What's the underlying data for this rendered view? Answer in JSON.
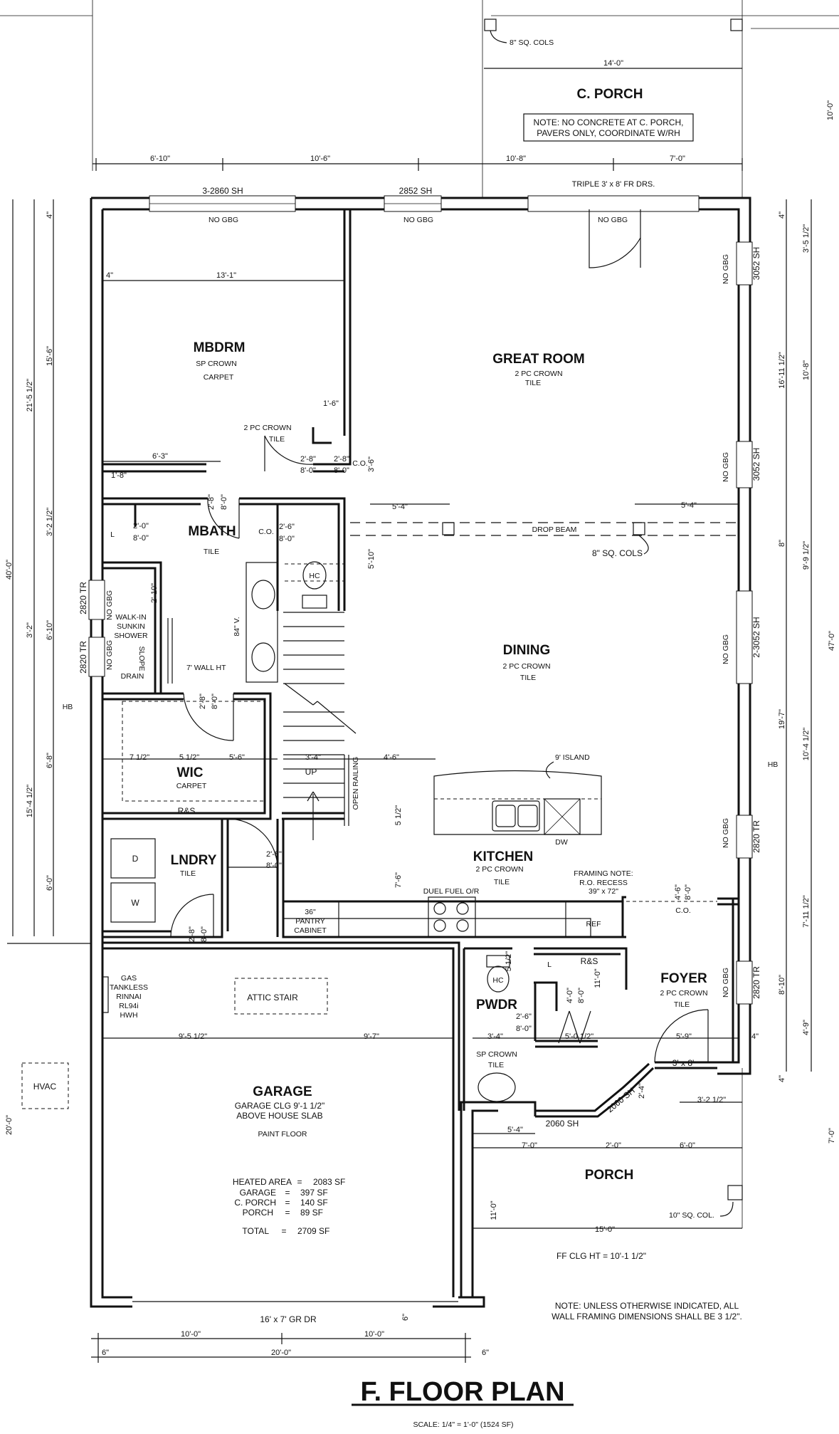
{
  "title": "F. FLOOR PLAN",
  "scale": "SCALE: 1/4\" = 1'-0\"   (1524 SF)",
  "rooms": {
    "c_porch": "C. PORCH",
    "c_porch_note_1": "NOTE: NO CONCRETE AT C. PORCH,",
    "c_porch_note_2": "PAVERS ONLY, COORDINATE W/RH",
    "mbdrm": "MBDRM",
    "mbdrm_1": "SP CROWN",
    "mbdrm_2": "CARPET",
    "great": "GREAT  ROOM",
    "great_1": "2 PC CROWN",
    "great_2": "TILE",
    "mbath": "MBATH",
    "mbath_1": "TILE",
    "dining": "DINING",
    "dining_1": "2 PC CROWN",
    "dining_2": "TILE",
    "wic": "WIC",
    "wic_1": "CARPET",
    "lndry": "LNDRY",
    "lndry_1": "TILE",
    "kitchen": "KITCHEN",
    "kitchen_1": "2 PC CROWN",
    "kitchen_2": "TILE",
    "foyer": "FOYER",
    "foyer_1": "2 PC CROWN",
    "foyer_2": "TILE",
    "pwdr": "PWDR",
    "pwdr_1": "SP CROWN",
    "pwdr_2": "TILE",
    "garage": "GARAGE",
    "garage_1": "GARAGE CLG 9'-1 1/2\"",
    "garage_2": "ABOVE HOUSE SLAB",
    "garage_3": "PAINT FLOOR",
    "porch": "PORCH",
    "hvac": "HVAC"
  },
  "areas": [
    {
      "label": "HEATED AREA",
      "eq": "=",
      "value": "2083 SF"
    },
    {
      "label": "GARAGE",
      "eq": "=",
      "value": "397 SF"
    },
    {
      "label": "C. PORCH",
      "eq": "=",
      "value": "140 SF"
    },
    {
      "label": "PORCH",
      "eq": "=",
      "value": "89 SF"
    },
    {
      "label": "TOTAL",
      "eq": "=",
      "value": "2709 SF"
    }
  ],
  "notes": {
    "sq_cols_top": "8\" SQ. COLS",
    "sq_cols_mid": "8\" SQ. COLS",
    "sq_col_porch": "10\" SQ. COL.",
    "triple_doors": "TRIPLE 3' x 8' FR DRS.",
    "drop_beam": "DROP BEAM",
    "island": "9' ISLAND",
    "dw": "DW",
    "duel_fuel": "DUEL FUEL O/R",
    "framing_1": "FRAMING NOTE:",
    "framing_2": "R.O. RECESS",
    "framing_3": "39\" x 72\"",
    "ref": "REF",
    "rs1": "R&S",
    "rs2": "R&S",
    "co1": "C.O.",
    "co2": "C.O.",
    "co3": "C.O.",
    "pantry_1": "36\"",
    "pantry_2": "PANTRY",
    "pantry_3": "CABINET",
    "gas_1": "GAS",
    "gas_2": "TANKLESS",
    "gas_3": "RINNAI",
    "gas_4": "RL94i",
    "gas_5": "HWH",
    "attic": "ATTIC STAIR",
    "up": "UP",
    "open_railing": "OPEN RAILING",
    "walkin_1": "WALK-IN",
    "walkin_2": "SUNKIN",
    "walkin_3": "SHOWER",
    "slope": "SLOPE",
    "drain": "DRAIN",
    "wall_ht": "7' WALL HT",
    "v84": "84\" V.",
    "hc1": "HC",
    "hc2": "HC",
    "l1": "L",
    "l2": "L",
    "d": "D",
    "w": "W",
    "hb1": "HB",
    "hb2": "HB",
    "crown_tile_1": "2 PC CROWN",
    "crown_tile_2": "TILE",
    "garage_door": "16' x 7' GR DR",
    "ff_clg": "FF CLG HT = 10'-1 1/2\"",
    "bottom_note_1": "NOTE: UNLESS OTHERWISE INDICATED, ALL",
    "bottom_note_2": "WALL FRAMING DIMENSIONS SHALL BE 3 1/2\".",
    "no_gbg": "NO GBG",
    "door_3x8": "3' x 8'"
  },
  "windows": {
    "w3_2860": "3-2860 SH",
    "w2852": "2852 SH",
    "w3052a": "3052 SH",
    "w3052b": "3052 SH",
    "w2_3052": "2-3052 SH",
    "w2820a": "2820 TR",
    "w2820b": "2820 TR",
    "w2820c": "2820 TR",
    "w2820d": "2820 TR",
    "w2060a": "2060 SH",
    "w2060b": "2060 SH"
  },
  "dims": {
    "d14_0": "14'-0\"",
    "d10_0r": "10'-0\"",
    "d6_10": "6'-10\"",
    "d10_6": "10'-6\"",
    "d10_8": "10'-8\"",
    "d7_0t": "7'-0\"",
    "d4a": "4\"",
    "d4b": "4\"",
    "d13_1": "13'-1\"",
    "d1_6": "1'-6\"",
    "d6_3": "6'-3\"",
    "d1_8": "1'-8\"",
    "d2_8a": "2'-8\"",
    "d8_0a": "8'-0\"",
    "d2_8b": "2'-8\"",
    "d8_0b": "8'-0\"",
    "d2_8c": "2'-8\"",
    "d8_0c": "8'-0\"",
    "d3_6": "3'-6\"",
    "d5_4a": "5'-4\"",
    "d5_4b": "5'-4\"",
    "d5_10": "5'-10\"",
    "d2_0a": "2'-0\"",
    "d8_0d": "8'-0\"",
    "d2_6": "2'-6\"",
    "d8_0e": "8'-0\"",
    "d2_10": "2'-10\"",
    "d2_8d": "2'-8\"",
    "d8_0f": "8'-0\"",
    "d7_1_2": "7 1/2\"",
    "d5_1_2a": "5 1/2\"",
    "d5_6": "5'-6\"",
    "d3_4a": "3'-4\"",
    "d4_6": "4'-6\"",
    "d5_1_2b": "5 1/2\"",
    "d2_8e": "2'-8\"",
    "d8_0g": "8'-0\"",
    "d7_6": "7'-6\"",
    "d2_8f": "2'-8\"",
    "d8_0h": "8'-0\"",
    "d4_6b": "4'-6\"",
    "d8_0i": "8'-0\"",
    "d5_1_2c": "5 1/2\"",
    "d11_0": "11'-0\"",
    "d4_0": "4'-0\"",
    "d8_0j": "8'-0\"",
    "d2_6b": "2'-6\"",
    "d8_0k": "8'-0\"",
    "d9_5": "9'-5 1/2\"",
    "d9_7": "9'-7\"",
    "d3_4b": "3'-4\"",
    "d5_0": "5'-0 1/2\"",
    "d5_9": "5'-9\"",
    "d4c": "4\"",
    "d3_2_5": "3'-2 1/2\"",
    "d5_4c": "5'-4\"",
    "d7_0b": "7'-0\"",
    "d2_0b": "2'-0\"",
    "d6_0b": "6'-0\"",
    "d11_0b": "11'-0\"",
    "d15_0": "15'-0\"",
    "d2_4": "2'-4\"",
    "d6": "6\"",
    "d10_0a": "10'-0\"",
    "d10_0b": "10'-0\"",
    "d20_0": "20'-0\"",
    "d6b": "6\"",
    "d6c": "6\"",
    "l40_0": "40'-0\"",
    "l21_5": "21'-5 1/2\"",
    "l15_6": "15'-6\"",
    "l3_2_5": "3'-2 1/2\"",
    "l6_10": "6'-10\"",
    "l3_2": "3'-2\"",
    "l6_8": "6'-8\"",
    "l15_4": "15'-4 1/2\"",
    "l6_0": "6'-0\"",
    "l20_0": "20'-0\"",
    "l4": "4\"",
    "r10_0": "10'-0\"",
    "r3_5": "3'-5 1/2\"",
    "r16_11": "16'-11 1/2\"",
    "r10_8": "10'-8\"",
    "r9_9": "9'-9 1/2\"",
    "r8": "8\"",
    "r47_0": "47'-0\"",
    "r19_7": "19'-7\"",
    "r10_4": "10'-4 1/2\"",
    "r7_11": "7'-11 1/2\"",
    "r8_10": "8'-10\"",
    "r4_9": "4'-9\"",
    "r7_0": "7'-0\"",
    "r4a": "4\"",
    "r4b": "4\""
  }
}
